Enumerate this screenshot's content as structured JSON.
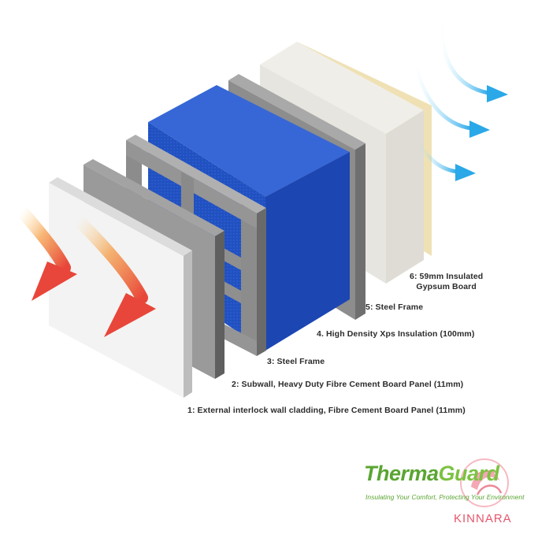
{
  "diagram": {
    "layers": [
      {
        "id": 1,
        "label": "1: External interlock wall cladding, Fibre Cement Board Panel (11mm)"
      },
      {
        "id": 2,
        "label": "2: Subwall, Heavy Duty Fibre Cement Board Panel (11mm)"
      },
      {
        "id": 3,
        "label": "3: Steel Frame"
      },
      {
        "id": 4,
        "label": "4. High Density Xps Insulation (100mm)"
      },
      {
        "id": 5,
        "label": "5: Steel Frame"
      },
      {
        "id": 6,
        "label_line1": "6: 59mm Insulated",
        "label_line2": "Gypsum Board"
      }
    ],
    "heat_in_arrow_color": "#e8463a",
    "cool_out_arrow_color": "#2aa8e8"
  },
  "brand": {
    "name_part1": "Therma",
    "name_part2": "Guard",
    "tagline": "Insulating Your Comfort, Protecting Your Environment",
    "partner": "KINNARA",
    "colors": {
      "green": "#5aa532",
      "pink": "#e5566b"
    }
  }
}
